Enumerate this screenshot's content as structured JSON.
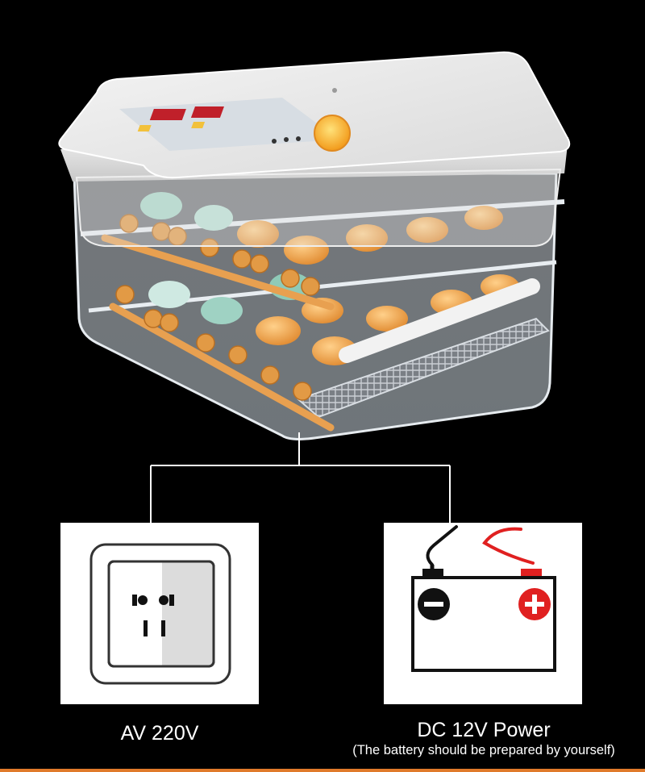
{
  "ac_power": {
    "label": "AV 220V",
    "icon": "wall-socket-icon"
  },
  "dc_power": {
    "label": "DC 12V Power",
    "note": "(The battery should be prepared by yourself)",
    "icon": "battery-icon"
  },
  "colors": {
    "background": "#000000",
    "panel": "#ffffff",
    "accent_orange": "#f0a050",
    "battery_red": "#e02020"
  }
}
